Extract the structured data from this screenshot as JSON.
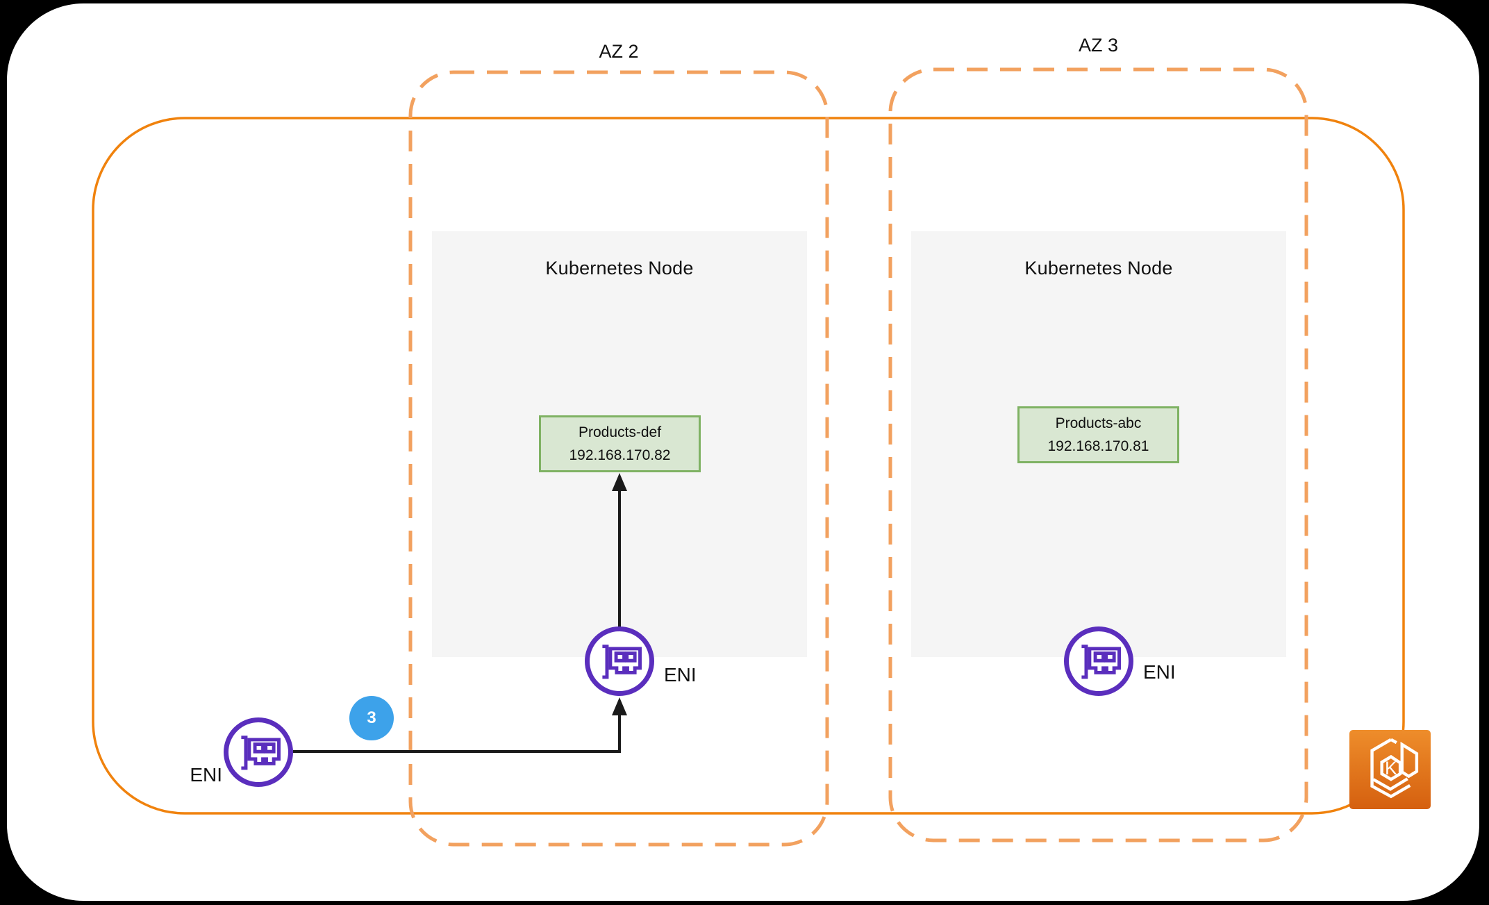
{
  "colors": {
    "background": "#000000",
    "canvas": "#ffffff",
    "vpc_border": "#F0820D",
    "az_border": "#F2A15F",
    "node_fill": "#F5F5F5",
    "pod_fill": "#D9E7D2",
    "pod_border": "#7FB263",
    "eni_purple": "#5A2EBD",
    "connector": "#1A1A1A",
    "badge_blue": "#3DA2EA",
    "eks_top": "#EE8D2B",
    "eks_bottom": "#D5600F"
  },
  "zones": [
    {
      "label": "AZ 2"
    },
    {
      "label": "AZ 3"
    }
  ],
  "nodes": [
    {
      "title": "Kubernetes Node",
      "pod": {
        "name": "Products-def",
        "ip": "192.168.170.82"
      }
    },
    {
      "title": "Kubernetes Node",
      "pod": {
        "name": "Products-abc",
        "ip": "192.168.170.81"
      }
    }
  ],
  "enis": [
    {
      "label": "ENI",
      "position": "bottom-left"
    },
    {
      "label": "ENI",
      "position": "az2-node"
    },
    {
      "label": "ENI",
      "position": "az3-node"
    }
  ],
  "step_badge": {
    "value": "3"
  },
  "icons": {
    "eni": "network-interface-icon",
    "eks": "amazon-eks-icon",
    "eks_letter": "K"
  }
}
